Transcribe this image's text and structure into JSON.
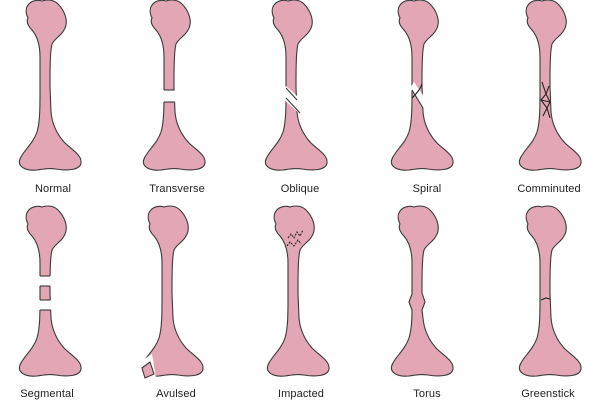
{
  "colors": {
    "bone_fill": "#e3a6b5",
    "outline": "#3a3a3a",
    "background": "#ffffff"
  },
  "fracture_types": [
    {
      "label": "Normal"
    },
    {
      "label": "Transverse"
    },
    {
      "label": "Oblique"
    },
    {
      "label": "Spiral"
    },
    {
      "label": "Comminuted"
    },
    {
      "label": "Segmental"
    },
    {
      "label": "Avulsed"
    },
    {
      "label": "Impacted"
    },
    {
      "label": "Torus"
    },
    {
      "label": "Greenstick"
    }
  ]
}
